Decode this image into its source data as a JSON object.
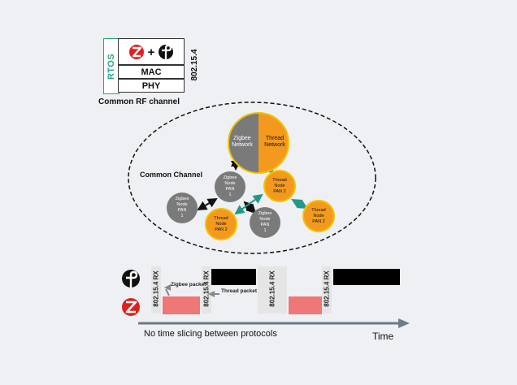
{
  "stack": {
    "rtos_label": "RTOS",
    "plus": "+",
    "mac_label": "MAC",
    "phy_label": "PHY",
    "standard_label": "802.15.4",
    "caption": "Common RF channel",
    "zigbee_logo": "zigbee-logo",
    "thread_logo": "thread-logo"
  },
  "network": {
    "channel_label": "Common Channel",
    "zigbee_network": [
      "Zigbee",
      "Network"
    ],
    "thread_network": [
      "Thread",
      "Network"
    ],
    "zigbee_node_pan1_top": [
      "Zigbee",
      "Node",
      "PAN",
      "1"
    ],
    "zigbee_node_pan1_left": [
      "Zigbee",
      "Node",
      "PAN",
      "1"
    ],
    "zigbee_node_pan1_bottom": [
      "Zigbee",
      "Node",
      "PAN",
      "1"
    ],
    "thread_node_pan2_top": [
      "Thread",
      "Node",
      "PAN 2"
    ],
    "thread_node_pan2_left": [
      "Thread",
      "Node",
      "PAN 2"
    ],
    "thread_node_pan2_right": [
      "Thread",
      "Node",
      "PAN 2"
    ],
    "colors": {
      "zigbee": "#7a7a7a",
      "thread": "#f39a1e",
      "thread_border": "#f2c200",
      "thread_link": "#1e9a86",
      "zigbee_link": "#111111"
    }
  },
  "timeline": {
    "rx_label": "802.15.4 RX",
    "zigbee_packet": "Zigbee packet",
    "thread_packet": "Thread packet",
    "caption": "No time slicing between protocols",
    "axis_label": "Time",
    "colors": {
      "zigbee_packet": "#ef7777",
      "thread_packet": "#000000",
      "axis": "#6b7b88"
    }
  }
}
